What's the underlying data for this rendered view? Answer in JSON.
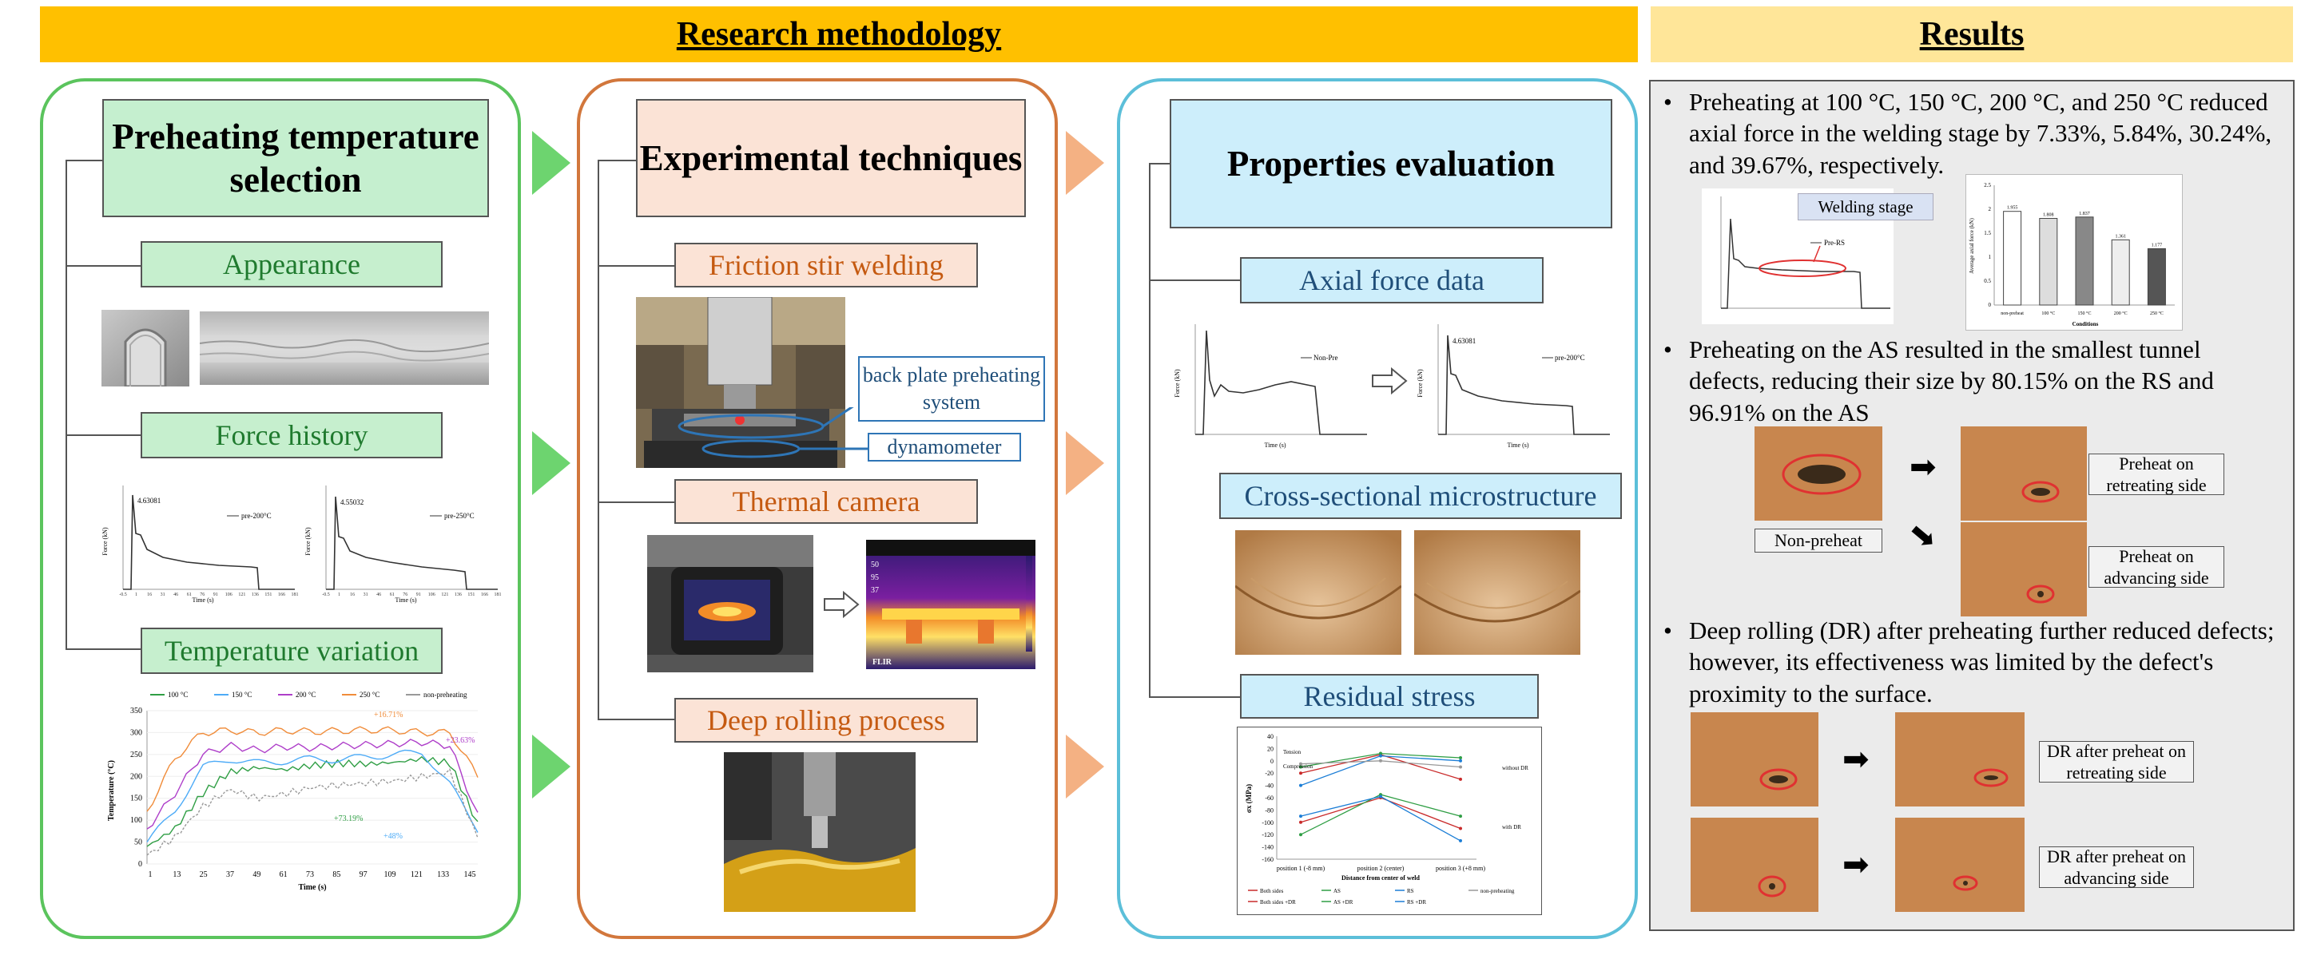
{
  "banners": {
    "methodology": "Research methodology",
    "results": "Results"
  },
  "panel1": {
    "title": "Preheating temperature selection",
    "appearance": "Appearance",
    "force_history": "Force history",
    "temperature_variation": "Temperature variation",
    "force_chart_a": {
      "legend": "pre-200°C",
      "peak": "4.63081",
      "xlabel": "Time (s)",
      "ylabel": "Force (kN)"
    },
    "force_chart_b": {
      "legend": "pre-250°C",
      "peak": "4.55032",
      "xlabel": "Time (s)",
      "ylabel": "Force (kN)"
    },
    "x_ticks": [
      "-0.5",
      "1",
      "16",
      "31",
      "46",
      "61",
      "76",
      "91",
      "106",
      "121",
      "136",
      "151",
      "166",
      "181"
    ],
    "temp_chart": {
      "legend": [
        "100 °C",
        "150 °C",
        "200 °C",
        "250 °C",
        "non-preheating"
      ],
      "colors": [
        "#2f9e44",
        "#4dabf7",
        "#ae3ec9",
        "#f08c3a",
        "#999999"
      ],
      "ylabel": "Temperature (°C)",
      "xlabel": "Time (s)",
      "y_ticks": [
        "0",
        "50",
        "100",
        "150",
        "200",
        "250",
        "300",
        "350"
      ],
      "x_ticks": [
        "1",
        "13",
        "25",
        "37",
        "49",
        "61",
        "73",
        "85",
        "97",
        "109",
        "121",
        "133",
        "145"
      ],
      "annotations": [
        "+16.71%",
        "+23.63%",
        "+73.19%",
        "+48%"
      ]
    }
  },
  "panel2": {
    "title": "Experimental techniques",
    "fsw": "Friction stir welding",
    "callout_backplate": "back plate preheating system",
    "callout_dyn": "dynamometer",
    "thermal": "Thermal camera",
    "deep_rolling": "Deep rolling process",
    "thermal_readouts": [
      "50",
      "95",
      "37"
    ],
    "thermal_brand": "FLIR"
  },
  "panel3": {
    "title": "Properties evaluation",
    "axial": "Axial force data",
    "cross": "Cross-sectional microstructure",
    "residual": "Residual stress",
    "axial_chart_a": {
      "legend": "Non-Pre",
      "xlabel": "Time (s)",
      "ylabel": "Force (kN)"
    },
    "axial_chart_b": {
      "legend": "pre-200°C",
      "peak": "4.63081",
      "xlabel": "Time (s)",
      "ylabel": "Force (kN)"
    },
    "residual_chart": {
      "ylabel": "σx (MPa)",
      "xlabel": "Distance from center of weld",
      "y_ticks": [
        "40",
        "20",
        "0",
        "-20",
        "-40",
        "-60",
        "-80",
        "-100",
        "-120",
        "-140",
        "-160"
      ],
      "x_ticks": [
        "position 1 (-8 mm)",
        "position 2 (center)",
        "position 3 (+8 mm)"
      ],
      "tension": "Tension",
      "compression": "Compression",
      "without_dr": "without DR",
      "with_dr": "with DR",
      "legend": [
        "Both sides",
        "AS",
        "RS",
        "non-preheating",
        "Both sides +DR",
        "AS +DR",
        "RS +DR"
      ]
    }
  },
  "results": {
    "b1": "Preheating at 100 °C, 150 °C, 200 °C, and 250 °C reduced axial force in the welding stage by 7.33%, 5.84%, 30.24%, and 39.67%, respectively.",
    "welding_stage": "Welding stage",
    "pre_rs": "Pre-RS",
    "bar_chart": {
      "categories": [
        "non-preheat",
        "100 °C",
        "150 °C",
        "200 °C",
        "250 °C"
      ],
      "values": [
        1.955,
        1.808,
        1.837,
        1.361,
        1.177
      ],
      "value_labels": [
        "1.955",
        "1.808",
        "1.837",
        "1.361",
        "1.177"
      ],
      "ylabel": "Average axial force (kN)",
      "xlabel": "Conditions",
      "y_ticks": [
        "0",
        "0.5",
        "1",
        "1.5",
        "2",
        "2.5"
      ]
    },
    "b2": "Preheating on the AS resulted in the smallest tunnel defects, reducing their size by 80.15% on the RS and 96.91% on the AS",
    "non_preheat": "Non-preheat",
    "preheat_rs": "Preheat on retreating side",
    "preheat_as": "Preheat on advancing side",
    "b3": "Deep rolling (DR) after preheating further reduced defects; however, its effectiveness was limited by the defect's proximity to the surface.",
    "dr_rs": "DR after preheat on retreating side",
    "dr_as": "DR after preheat on advancing side"
  },
  "chart_data": [
    {
      "type": "bar",
      "categories": [
        "non-preheat",
        "100 °C",
        "150 °C",
        "200 °C",
        "250 °C"
      ],
      "values": [
        1.955,
        1.808,
        1.837,
        1.361,
        1.177
      ],
      "xlabel": "Conditions",
      "ylabel": "Average axial force (kN)",
      "ylim": [
        0,
        2.5
      ]
    }
  ]
}
